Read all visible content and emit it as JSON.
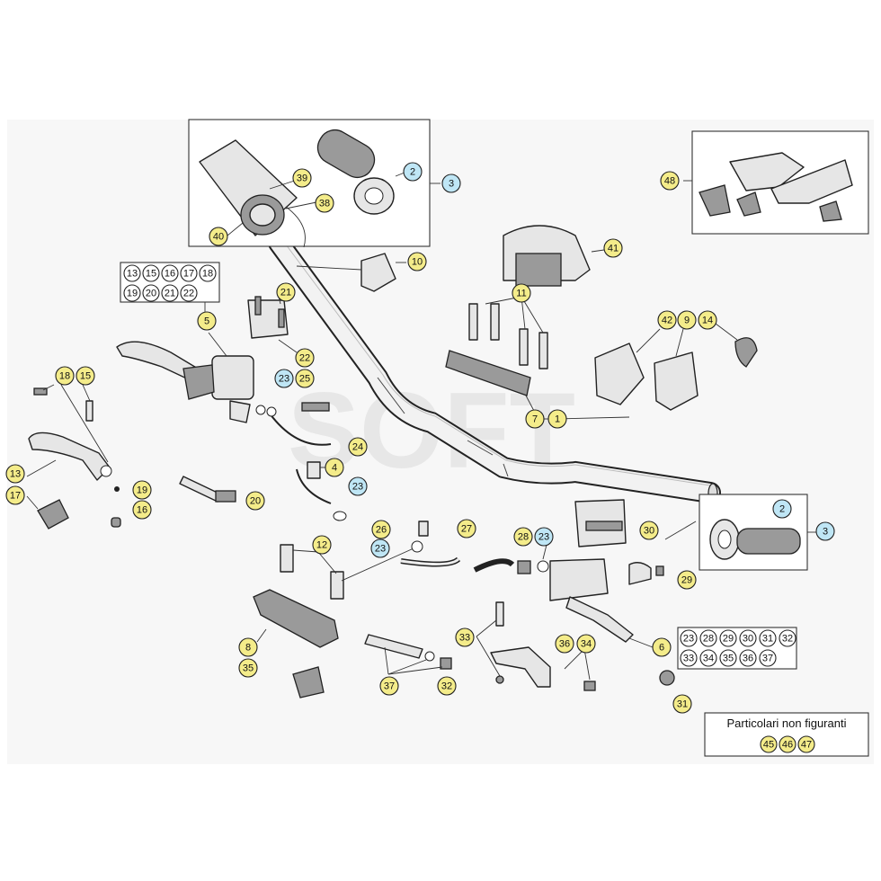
{
  "diagram": {
    "note_title": "Particolari non figuranti",
    "watermark": "SOFT",
    "callouts": [
      {
        "id": "c1",
        "label": "1",
        "color": "#f4ec8a"
      },
      {
        "id": "c2a",
        "label": "2",
        "color": "#bfe6f5"
      },
      {
        "id": "c3a",
        "label": "3",
        "color": "#bfe6f5"
      },
      {
        "id": "c2b",
        "label": "2",
        "color": "#bfe6f5"
      },
      {
        "id": "c3b",
        "label": "3",
        "color": "#bfe6f5"
      },
      {
        "id": "c4",
        "label": "4",
        "color": "#f4ec8a"
      },
      {
        "id": "c5",
        "label": "5",
        "color": "#f4ec8a"
      },
      {
        "id": "c6",
        "label": "6",
        "color": "#f4ec8a"
      },
      {
        "id": "c7",
        "label": "7",
        "color": "#f4ec8a"
      },
      {
        "id": "c8",
        "label": "8",
        "color": "#f4ec8a"
      },
      {
        "id": "c9",
        "label": "9",
        "color": "#f4ec8a"
      },
      {
        "id": "c10",
        "label": "10",
        "color": "#f4ec8a"
      },
      {
        "id": "c11",
        "label": "11",
        "color": "#f4ec8a"
      },
      {
        "id": "c12",
        "label": "12",
        "color": "#f4ec8a"
      },
      {
        "id": "c13",
        "label": "13",
        "color": "#f4ec8a"
      },
      {
        "id": "c14",
        "label": "14",
        "color": "#f4ec8a"
      },
      {
        "id": "c15",
        "label": "15",
        "color": "#f4ec8a"
      },
      {
        "id": "c16",
        "label": "16",
        "color": "#f4ec8a"
      },
      {
        "id": "c17",
        "label": "17",
        "color": "#f4ec8a"
      },
      {
        "id": "c18",
        "label": "18",
        "color": "#f4ec8a"
      },
      {
        "id": "c19",
        "label": "19",
        "color": "#f4ec8a"
      },
      {
        "id": "c20",
        "label": "20",
        "color": "#f4ec8a"
      },
      {
        "id": "c21",
        "label": "21",
        "color": "#f4ec8a"
      },
      {
        "id": "c22",
        "label": "22",
        "color": "#f4ec8a"
      },
      {
        "id": "c23a",
        "label": "23",
        "color": "#bfe6f5"
      },
      {
        "id": "c23b",
        "label": "23",
        "color": "#bfe6f5"
      },
      {
        "id": "c23c",
        "label": "23",
        "color": "#bfe6f5"
      },
      {
        "id": "c23d",
        "label": "23",
        "color": "#bfe6f5"
      },
      {
        "id": "c24",
        "label": "24",
        "color": "#f4ec8a"
      },
      {
        "id": "c25",
        "label": "25",
        "color": "#f4ec8a"
      },
      {
        "id": "c26",
        "label": "26",
        "color": "#f4ec8a"
      },
      {
        "id": "c27",
        "label": "27",
        "color": "#f4ec8a"
      },
      {
        "id": "c28",
        "label": "28",
        "color": "#f4ec8a"
      },
      {
        "id": "c29",
        "label": "29",
        "color": "#f4ec8a"
      },
      {
        "id": "c30",
        "label": "30",
        "color": "#f4ec8a"
      },
      {
        "id": "c31",
        "label": "31",
        "color": "#f4ec8a"
      },
      {
        "id": "c32",
        "label": "32",
        "color": "#f4ec8a"
      },
      {
        "id": "c33",
        "label": "33",
        "color": "#f4ec8a"
      },
      {
        "id": "c34",
        "label": "34",
        "color": "#f4ec8a"
      },
      {
        "id": "c35",
        "label": "35",
        "color": "#f4ec8a"
      },
      {
        "id": "c36",
        "label": "36",
        "color": "#f4ec8a"
      },
      {
        "id": "c37",
        "label": "37",
        "color": "#f4ec8a"
      },
      {
        "id": "c38",
        "label": "38",
        "color": "#f4ec8a"
      },
      {
        "id": "c39",
        "label": "39",
        "color": "#f4ec8a"
      },
      {
        "id": "c40",
        "label": "40",
        "color": "#f4ec8a"
      },
      {
        "id": "c41",
        "label": "41",
        "color": "#f4ec8a"
      },
      {
        "id": "c42",
        "label": "42",
        "color": "#f4ec8a"
      },
      {
        "id": "c48",
        "label": "48",
        "color": "#f4ec8a"
      }
    ],
    "kit_left": [
      "13",
      "15",
      "16",
      "17",
      "18",
      "19",
      "20",
      "21",
      "22"
    ],
    "kit_right": [
      "23",
      "28",
      "29",
      "30",
      "31",
      "32",
      "33",
      "34",
      "35",
      "36",
      "37"
    ],
    "not_shown": [
      "45",
      "46",
      "47"
    ]
  }
}
